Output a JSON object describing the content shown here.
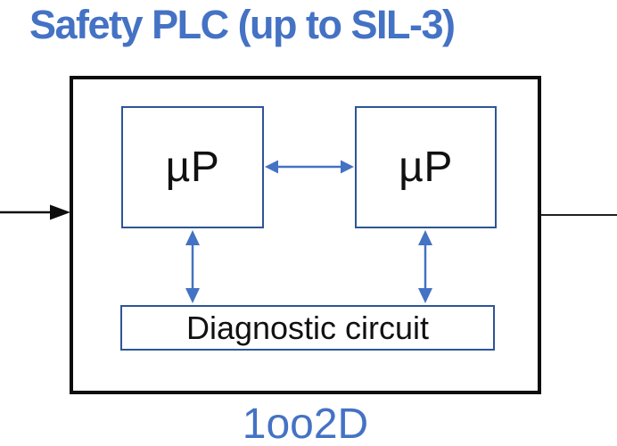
{
  "title": "Safety PLC (up to SIL-3)",
  "diagram": {
    "processor_1": "µP",
    "processor_2": "µP",
    "diagnostic": "Diagnostic circuit",
    "architecture": "1oo2D"
  },
  "colors": {
    "accent-blue": "#4472C4",
    "border-blue": "#2E5597",
    "line-black": "#0d0d0d",
    "text-black": "#111111"
  }
}
